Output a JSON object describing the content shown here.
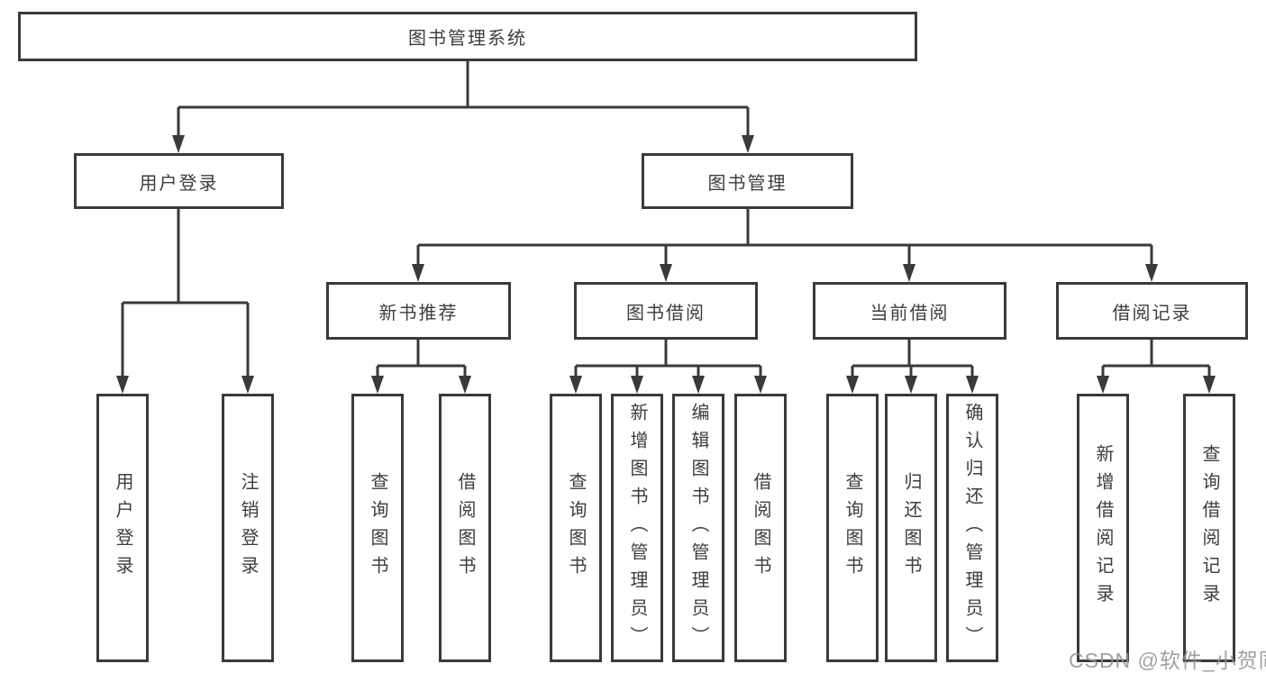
{
  "diagram": {
    "root_label": "图书管理系统",
    "branch_user": {
      "label": "用户登录",
      "children": [
        {
          "label": "用户登录"
        },
        {
          "label": "注销登录"
        }
      ]
    },
    "branch_books": {
      "label": "图书管理",
      "groups": [
        {
          "label": "新书推荐",
          "children": [
            {
              "label": "查询图书"
            },
            {
              "label": "借阅图书"
            }
          ]
        },
        {
          "label": "图书借阅",
          "children": [
            {
              "label": "查询图书"
            },
            {
              "label": "新增图书（管理员）"
            },
            {
              "label": "编辑图书（管理员）"
            },
            {
              "label": "借阅图书"
            }
          ]
        },
        {
          "label": "当前借阅",
          "children": [
            {
              "label": "查询图书"
            },
            {
              "label": "归还图书"
            },
            {
              "label": "确认归还（管理员）"
            }
          ]
        },
        {
          "label": "借阅记录",
          "children": [
            {
              "label": "新增借阅记录"
            },
            {
              "label": "查询借阅记录"
            }
          ]
        }
      ]
    }
  },
  "watermark": {
    "text": "CSDN @软件_小贺同学"
  },
  "colors": {
    "line": "#3a3a3a",
    "text": "#3d3d3d",
    "watermark": "#949494",
    "background": "#ffffff"
  }
}
